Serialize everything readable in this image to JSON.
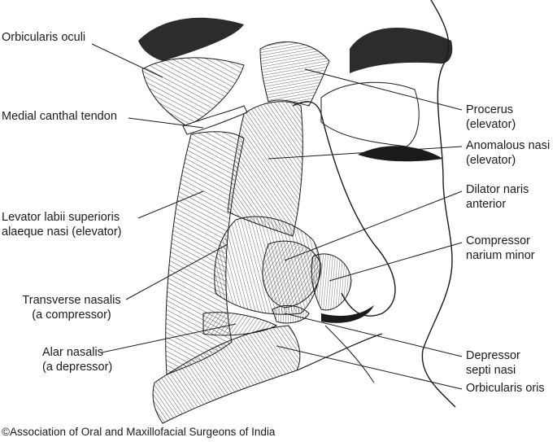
{
  "figure": {
    "labels": {
      "orbicularis_oculi": [
        "Orbicularis oculi"
      ],
      "medial_canthal_tendon": [
        "Medial canthal tendon"
      ],
      "levator_labii": [
        "Levator labii superioris",
        "alaeque nasi (elevator)"
      ],
      "transverse_nasalis": [
        "Transverse nasalis",
        "(a compressor)"
      ],
      "alar_nasalis": [
        "Alar nasalis",
        "(a depressor)"
      ],
      "procerus": [
        "Procerus",
        "(elevator)"
      ],
      "anomalous_nasi": [
        "Anomalous nasi",
        "(elevator)"
      ],
      "dilator_naris": [
        "Dilator naris",
        "anterior"
      ],
      "compressor_narium": [
        "Compressor",
        "narium minor"
      ],
      "depressor_septi": [
        "Depressor",
        "septi nasi"
      ],
      "orbicularis_oris": [
        "Orbicularis oris"
      ]
    },
    "copyright": "©Association of Oral and Maxillofacial Surgeons of India",
    "colors": {
      "line": "#1a1a1a",
      "background": "#ffffff"
    }
  }
}
